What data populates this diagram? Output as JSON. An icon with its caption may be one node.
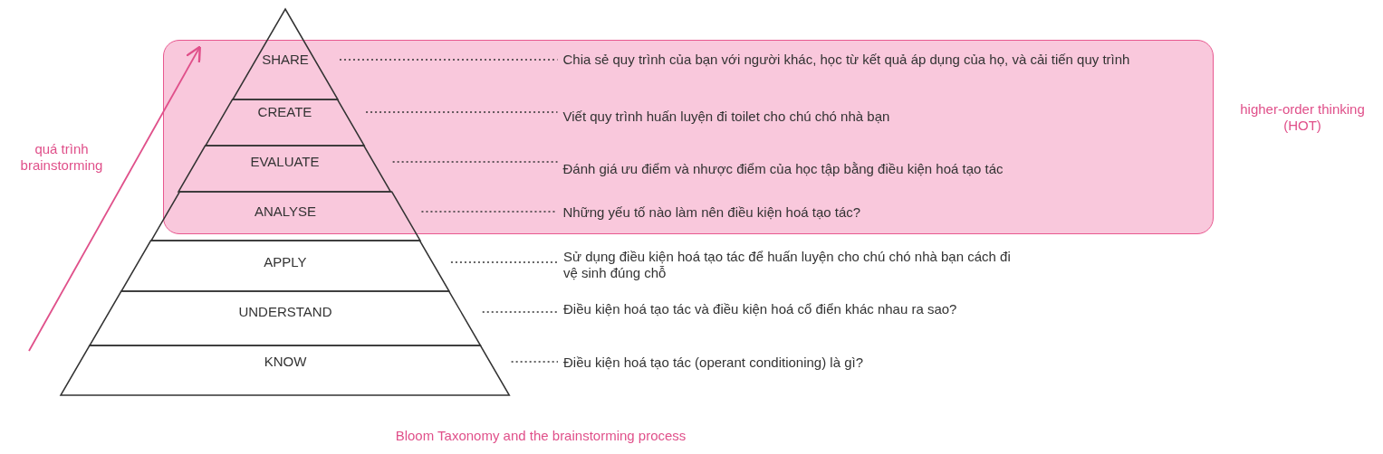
{
  "diagram": {
    "caption": "Bloom Taxonomy and the brainstorming process",
    "nodes": [
      {
        "text": [
          "higher-order thinking (HOT)"
        ]
      },
      {
        "text": [
          "SHARE"
        ]
      },
      {
        "text": [
          "CREATE"
        ],
        "in": 0
      },
      {
        "text": [
          "EVALUATE"
        ],
        "in": 0
      },
      {
        "text": [
          "ANALYSE"
        ]
      },
      {
        "text": [
          "APPLY"
        ]
      },
      {
        "text": [
          "UNDERSTAND"
        ]
      },
      {
        "text": [
          "KNOW"
        ]
      },
      {
        "text": [
          "Chia sẻ quy trình của bạn với người khác, học từ kết quả áp dụng của họ, và cải tiến quy trình"
        ],
        "in": 0
      },
      {
        "text": [
          "Viết quy trình huấn luyện đi toilet cho chú chó nhà bạn"
        ],
        "in": 0
      },
      {
        "text": [
          "Đánh giá ưu điểm và nhược điểm của học tập bằng điều kiện hoá tạo tác"
        ],
        "in": 0
      },
      {
        "text": [
          "Những yếu tố nào làm nên điều kiện hoá tạo tác?"
        ],
        "in": 0
      },
      {
        "text": [
          "Sử dụng điều kiện hoá tạo tác để huấn luyện cho chú chó nhà bạn cách đi vệ sinh đúng chỗ"
        ]
      },
      {
        "text": [
          "Điều kiện hoá tạo tác và điều kiện hoá cổ điển khác nhau ra sao?"
        ]
      },
      {
        "text": [
          "Điều kiện hoá tạo tác (operant conditioning) là gì?"
        ]
      }
    ],
    "edges": [
      {
        "from": 1,
        "to": 8,
        "arrow": "none"
      },
      {
        "from": 2,
        "to": 9,
        "arrow": "none"
      },
      {
        "from": 3,
        "to": 10,
        "arrow": "none"
      },
      {
        "from": 4,
        "to": 11,
        "arrow": "none"
      },
      {
        "from": 5,
        "to": 12,
        "arrow": "none"
      },
      {
        "from": 6,
        "to": 13,
        "arrow": "none"
      },
      {
        "from": 7,
        "to": 14,
        "arrow": "none"
      }
    ],
    "labels": [
      "quá trình brainstorming"
    ]
  }
}
